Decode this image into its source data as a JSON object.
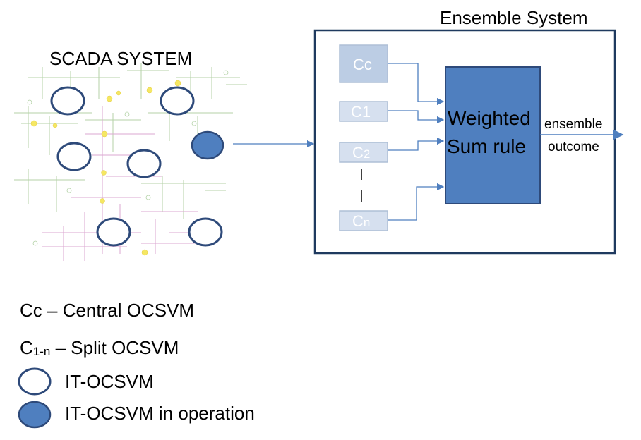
{
  "scada": {
    "title": "SCADA SYSTEM"
  },
  "ensemble": {
    "title": "Ensemble System",
    "classifiers": [
      {
        "main": "C",
        "sub": "c"
      },
      {
        "main": "C",
        "sub": "1"
      },
      {
        "main": "C",
        "sub": "2"
      },
      {
        "main": "C",
        "sub": "n"
      }
    ],
    "combiner_line1": "Weighted",
    "combiner_line2": "Sum rule",
    "output_line1": "ensemble",
    "output_line2": "outcome"
  },
  "legend": {
    "central_prefix": "Cc",
    "central_text": " – Central OCSVM",
    "split_main": "C",
    "split_sub": "1-n",
    "split_text": " – Split OCSVM",
    "it_ocsvm": "IT-OCSVM",
    "it_ocsvm_operation": "IT-OCSVM in operation"
  },
  "colors": {
    "node_fill": "#ffffff",
    "node_stroke": "#2e4a7a",
    "active_fill": "#4f7fbf",
    "combiner_fill": "#4f7fbf",
    "cbox_fill": "#bccde4",
    "cbox_fill_light": "#d6e0ef",
    "arrow": "#4f7fbf"
  }
}
